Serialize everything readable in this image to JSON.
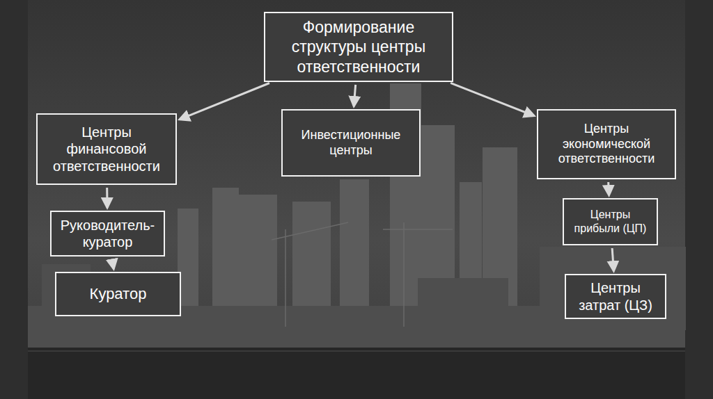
{
  "diagram": {
    "nodes": [
      {
        "text": [
          "Формирование структуры центры ответственности"
        ]
      },
      {
        "text": [
          "Центры финансовой ответственности"
        ]
      },
      {
        "text": [
          "Инвестиционные центры"
        ]
      },
      {
        "text": [
          "Центры экономической ответственности"
        ]
      },
      {
        "text": [
          "Руководитель-куратор"
        ]
      },
      {
        "text": [
          "Куратор"
        ]
      },
      {
        "text": [
          "Центры прибыли (ЦП)"
        ]
      },
      {
        "text": [
          "Центры затрат (ЦЗ)"
        ]
      }
    ],
    "edges": [
      {
        "from": 0,
        "to": 1,
        "arrow": "to"
      },
      {
        "from": 0,
        "to": 2,
        "arrow": "to"
      },
      {
        "from": 0,
        "to": 3,
        "arrow": "to"
      },
      {
        "from": 1,
        "to": 4,
        "arrow": "to"
      },
      {
        "from": 4,
        "to": 5,
        "arrow": "to"
      },
      {
        "from": 3,
        "to": 6,
        "arrow": "to"
      },
      {
        "from": 6,
        "to": 7,
        "arrow": "to"
      }
    ]
  }
}
